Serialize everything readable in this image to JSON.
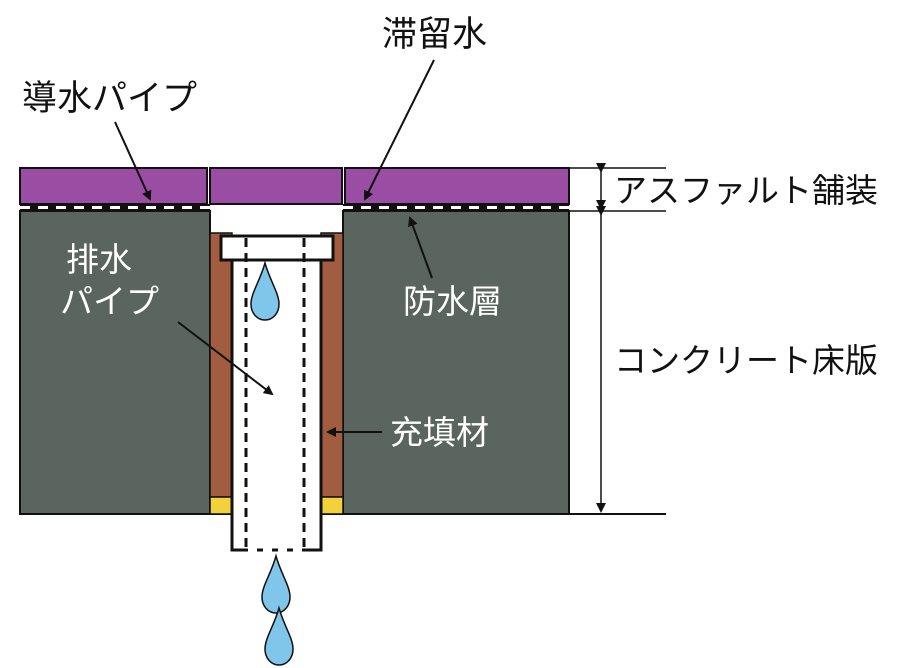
{
  "labels": {
    "stagnant_water": "滞留水",
    "guide_pipe": "導水パイプ",
    "asphalt_pavement": "アスファルト舗装",
    "drain_pipe_line1": "排水",
    "drain_pipe_line2": "パイプ",
    "waterproof_layer": "防水層",
    "concrete_slab": "コンクリート床版",
    "filler": "充填材"
  },
  "colors": {
    "asphalt": "#9a4ea3",
    "concrete": "#59655e",
    "filler": "#a25c3f",
    "seal": "#f2d13a",
    "water_drop": "#7fc6ea",
    "pipe_fill": "#ffffff",
    "outline": "#111111"
  }
}
